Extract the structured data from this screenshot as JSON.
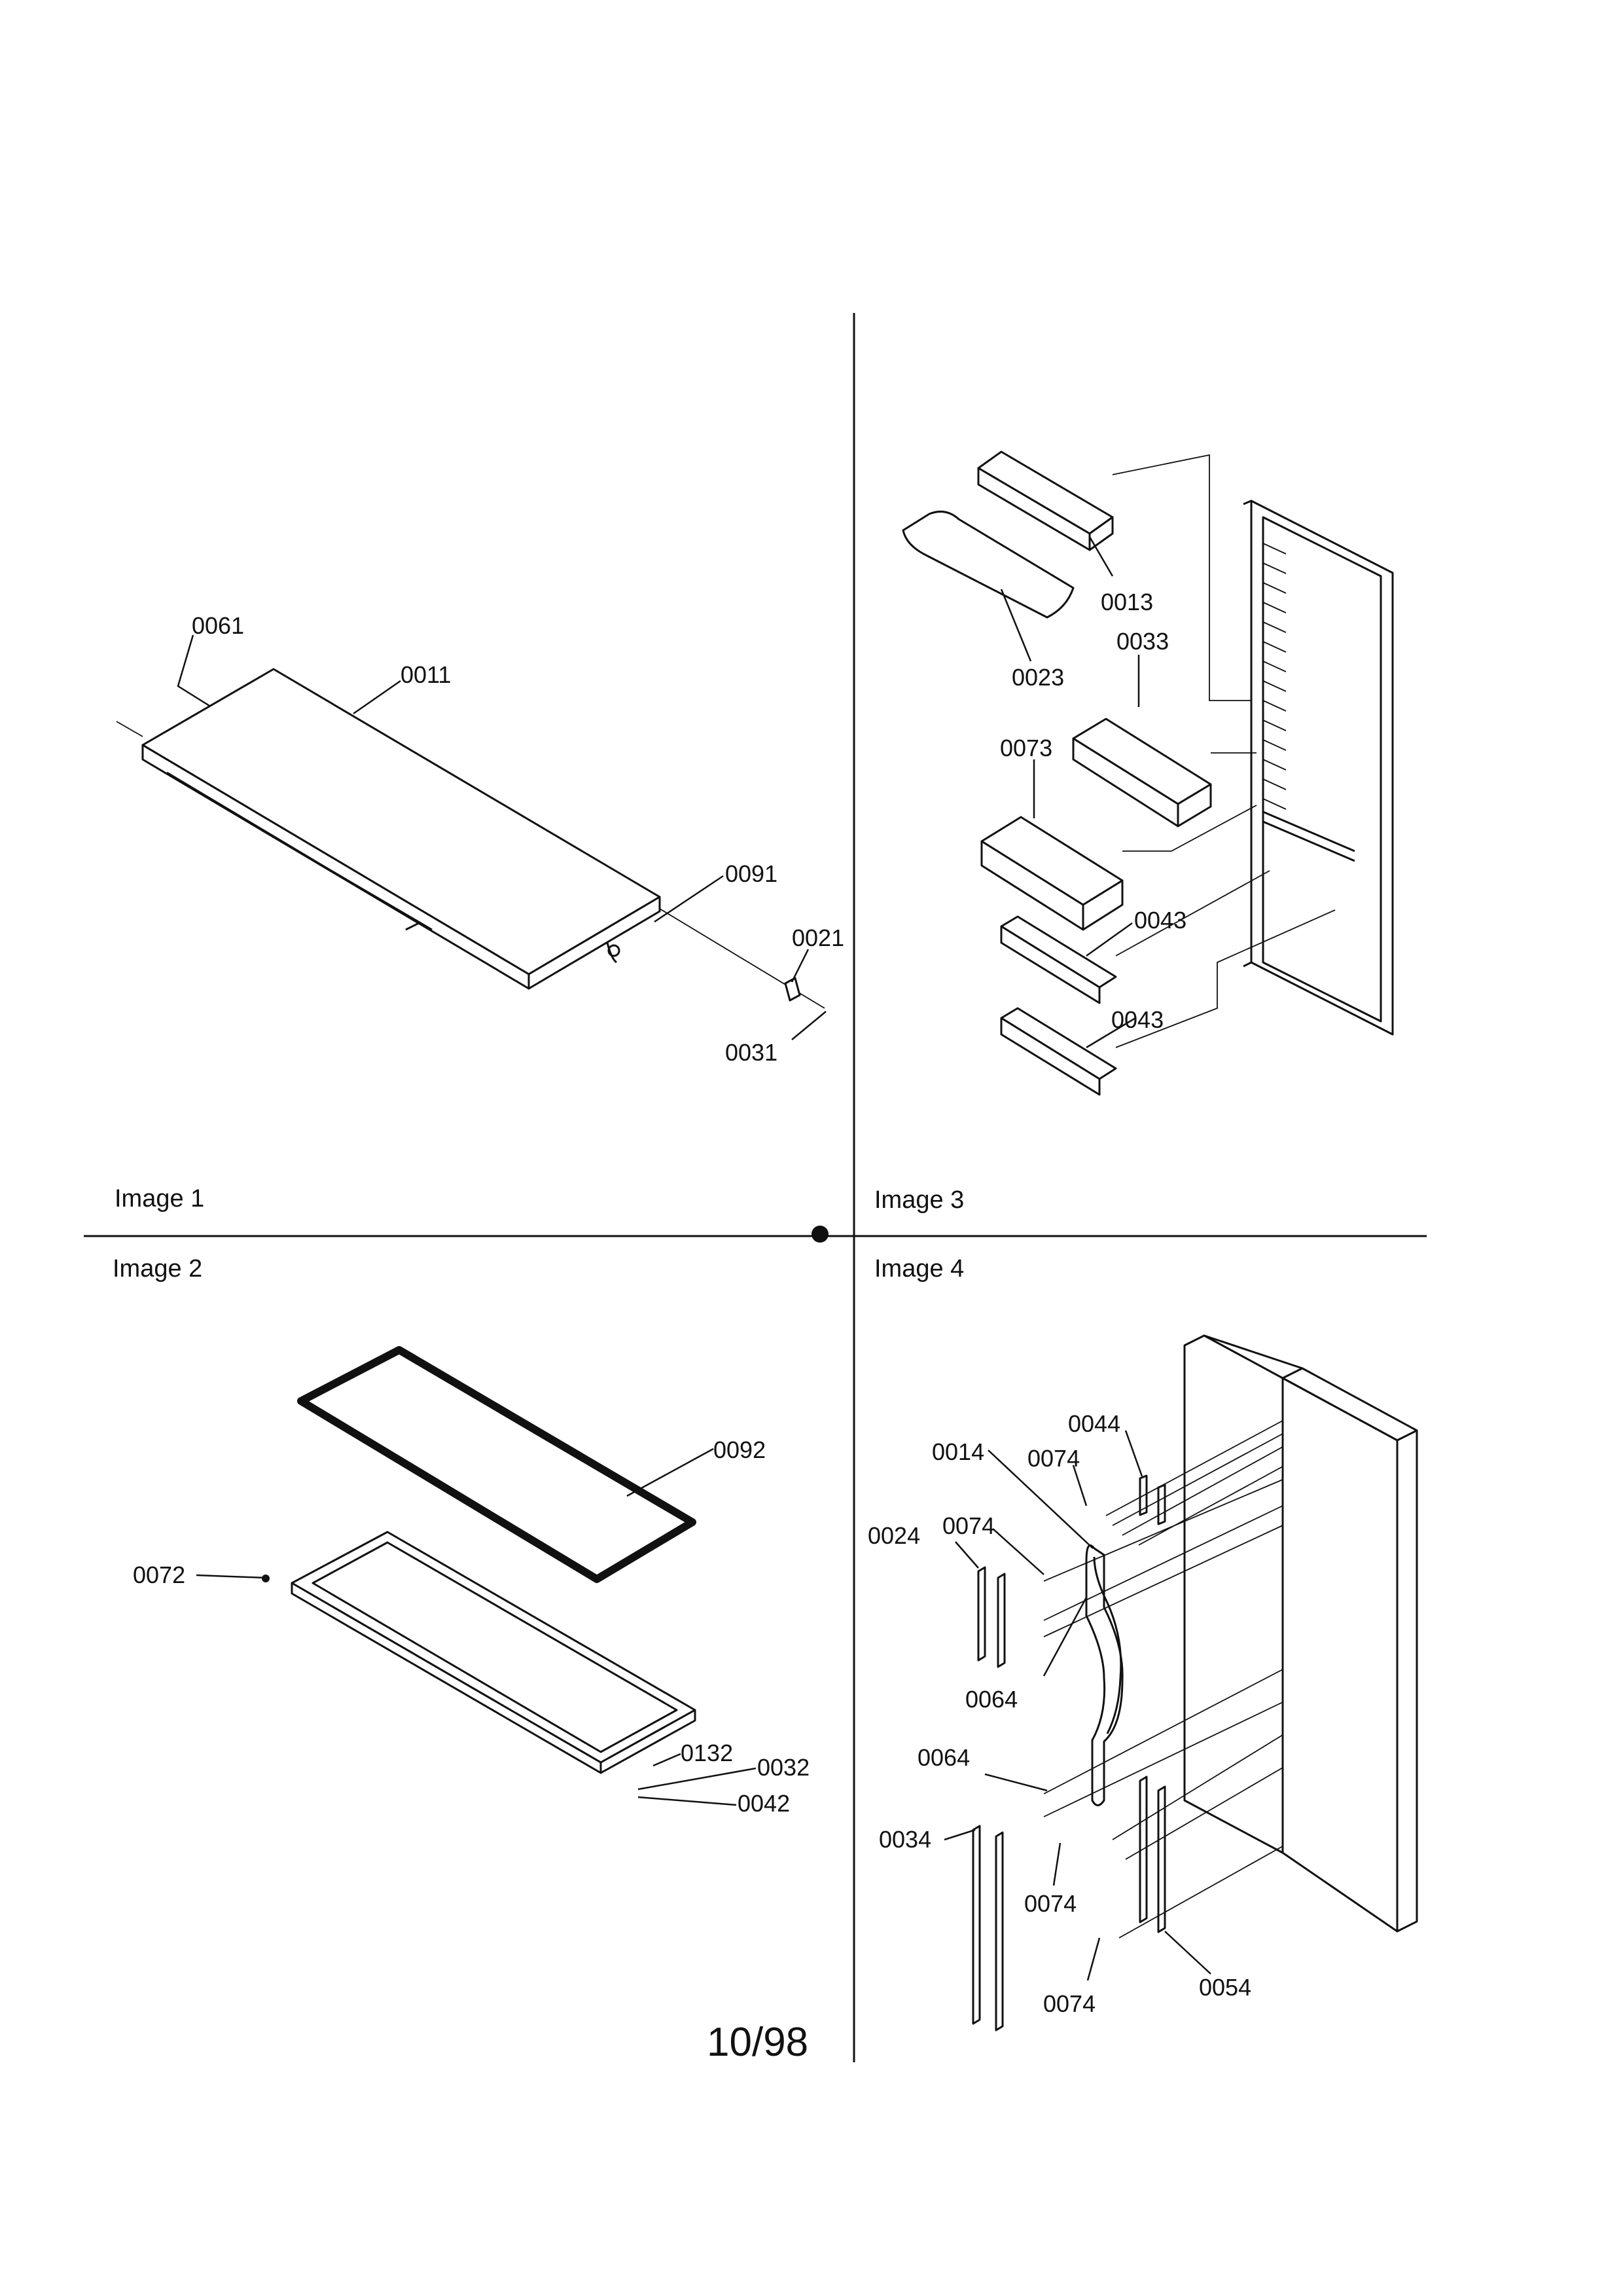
{
  "panels": [
    {
      "title": "Image 1",
      "parts": [
        "0061",
        "0011",
        "0091",
        "0021",
        "0031"
      ]
    },
    {
      "title": "Image 2",
      "parts": [
        "0092",
        "0072",
        "0132",
        "0032",
        "0042"
      ]
    },
    {
      "title": "Image 3",
      "parts": [
        "0013",
        "0023",
        "0033",
        "0073",
        "0043",
        "0043"
      ]
    },
    {
      "title": "Image 4",
      "parts": [
        "0044",
        "0014",
        "0074",
        "0024",
        "0074",
        "0064",
        "0064",
        "0034",
        "0074",
        "0074",
        "0054"
      ]
    }
  ],
  "footer": {
    "date_code": "10/98"
  }
}
